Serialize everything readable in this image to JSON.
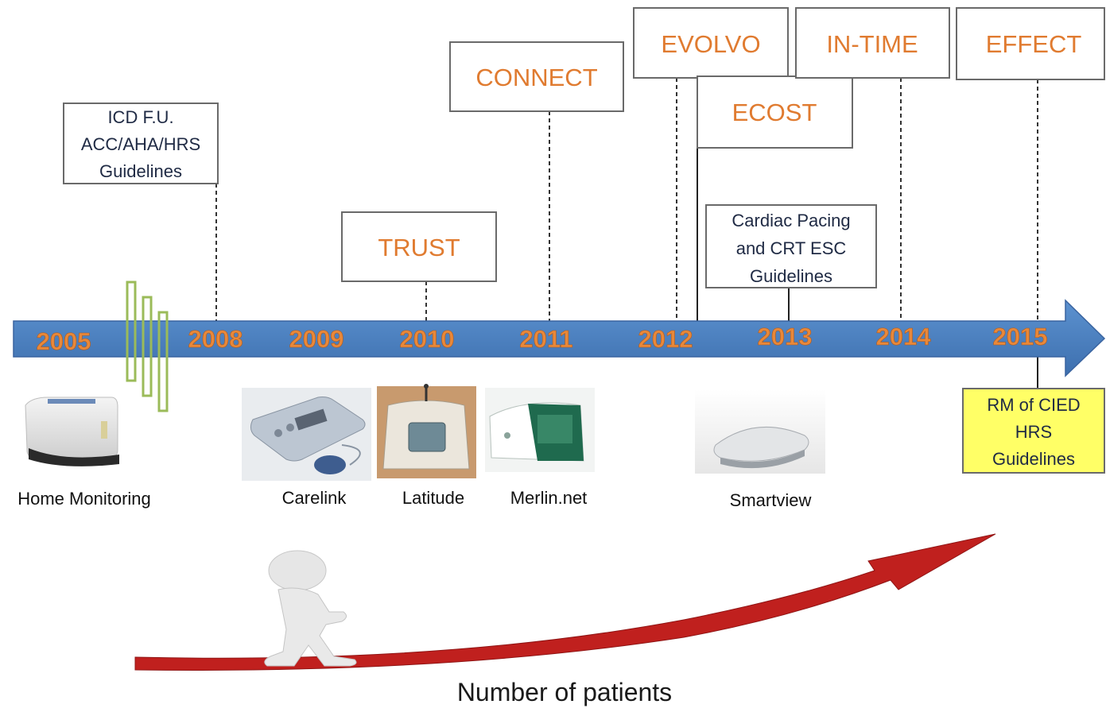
{
  "timeline": {
    "years": [
      "2005",
      "2008",
      "2009",
      "2010",
      "2011",
      "2012",
      "2013",
      "2014",
      "2015"
    ],
    "colors": {
      "arrow": "#4a80c0",
      "year": "#e8883a",
      "trial": "#e07b30",
      "break": "#9bbb59",
      "highlight": "#ffff66",
      "growth": "#c0201e"
    }
  },
  "trials": {
    "trust": "TRUST",
    "connect": "CONNECT",
    "evolvo": "EVOLVO",
    "ecost": "ECOST",
    "in_time": "IN-TIME",
    "effect": "EFFECT"
  },
  "guidelines": {
    "icd": [
      "ICD F.U.",
      "ACC/AHA/HRS",
      "Guidelines"
    ],
    "cardiac_pacing": [
      "Cardiac Pacing",
      "and CRT ESC",
      "Guidelines"
    ],
    "rm_cied": [
      "RM of CIED",
      "HRS",
      "Guidelines"
    ]
  },
  "devices": {
    "home_monitoring": "Home Monitoring",
    "carelink": "Carelink",
    "latitude": "Latitude",
    "merlin": "Merlin.net",
    "smartview": "Smartview"
  },
  "growth": {
    "label": "Number of patients"
  }
}
